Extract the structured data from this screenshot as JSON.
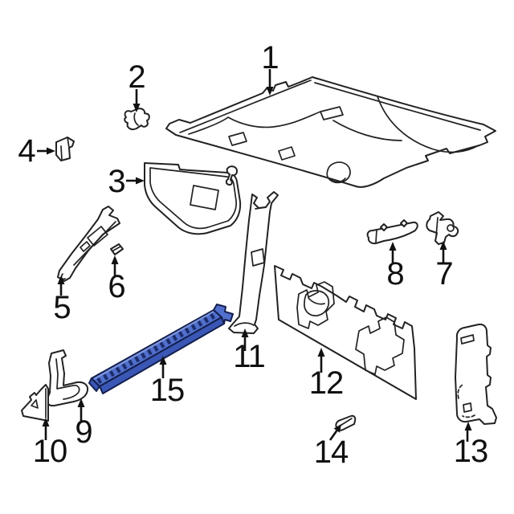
{
  "image": {
    "type": "exploded-parts-diagram",
    "background": "#ffffff",
    "line_color": "#222222",
    "highlighted_part": {
      "callout": "15",
      "fill_top": "#5170cd",
      "fill_front": "#3a57b5",
      "rib_color": "#1d2d6d",
      "outline": "#141f4e",
      "highlight_line": "#7d97dd"
    },
    "callouts": [
      {
        "label": "1"
      },
      {
        "label": "2"
      },
      {
        "label": "3"
      },
      {
        "label": "4"
      },
      {
        "label": "5"
      },
      {
        "label": "6"
      },
      {
        "label": "7"
      },
      {
        "label": "8"
      },
      {
        "label": "9"
      },
      {
        "label": "10"
      },
      {
        "label": "11"
      },
      {
        "label": "12"
      },
      {
        "label": "13"
      },
      {
        "label": "14"
      },
      {
        "label": "15"
      }
    ]
  }
}
